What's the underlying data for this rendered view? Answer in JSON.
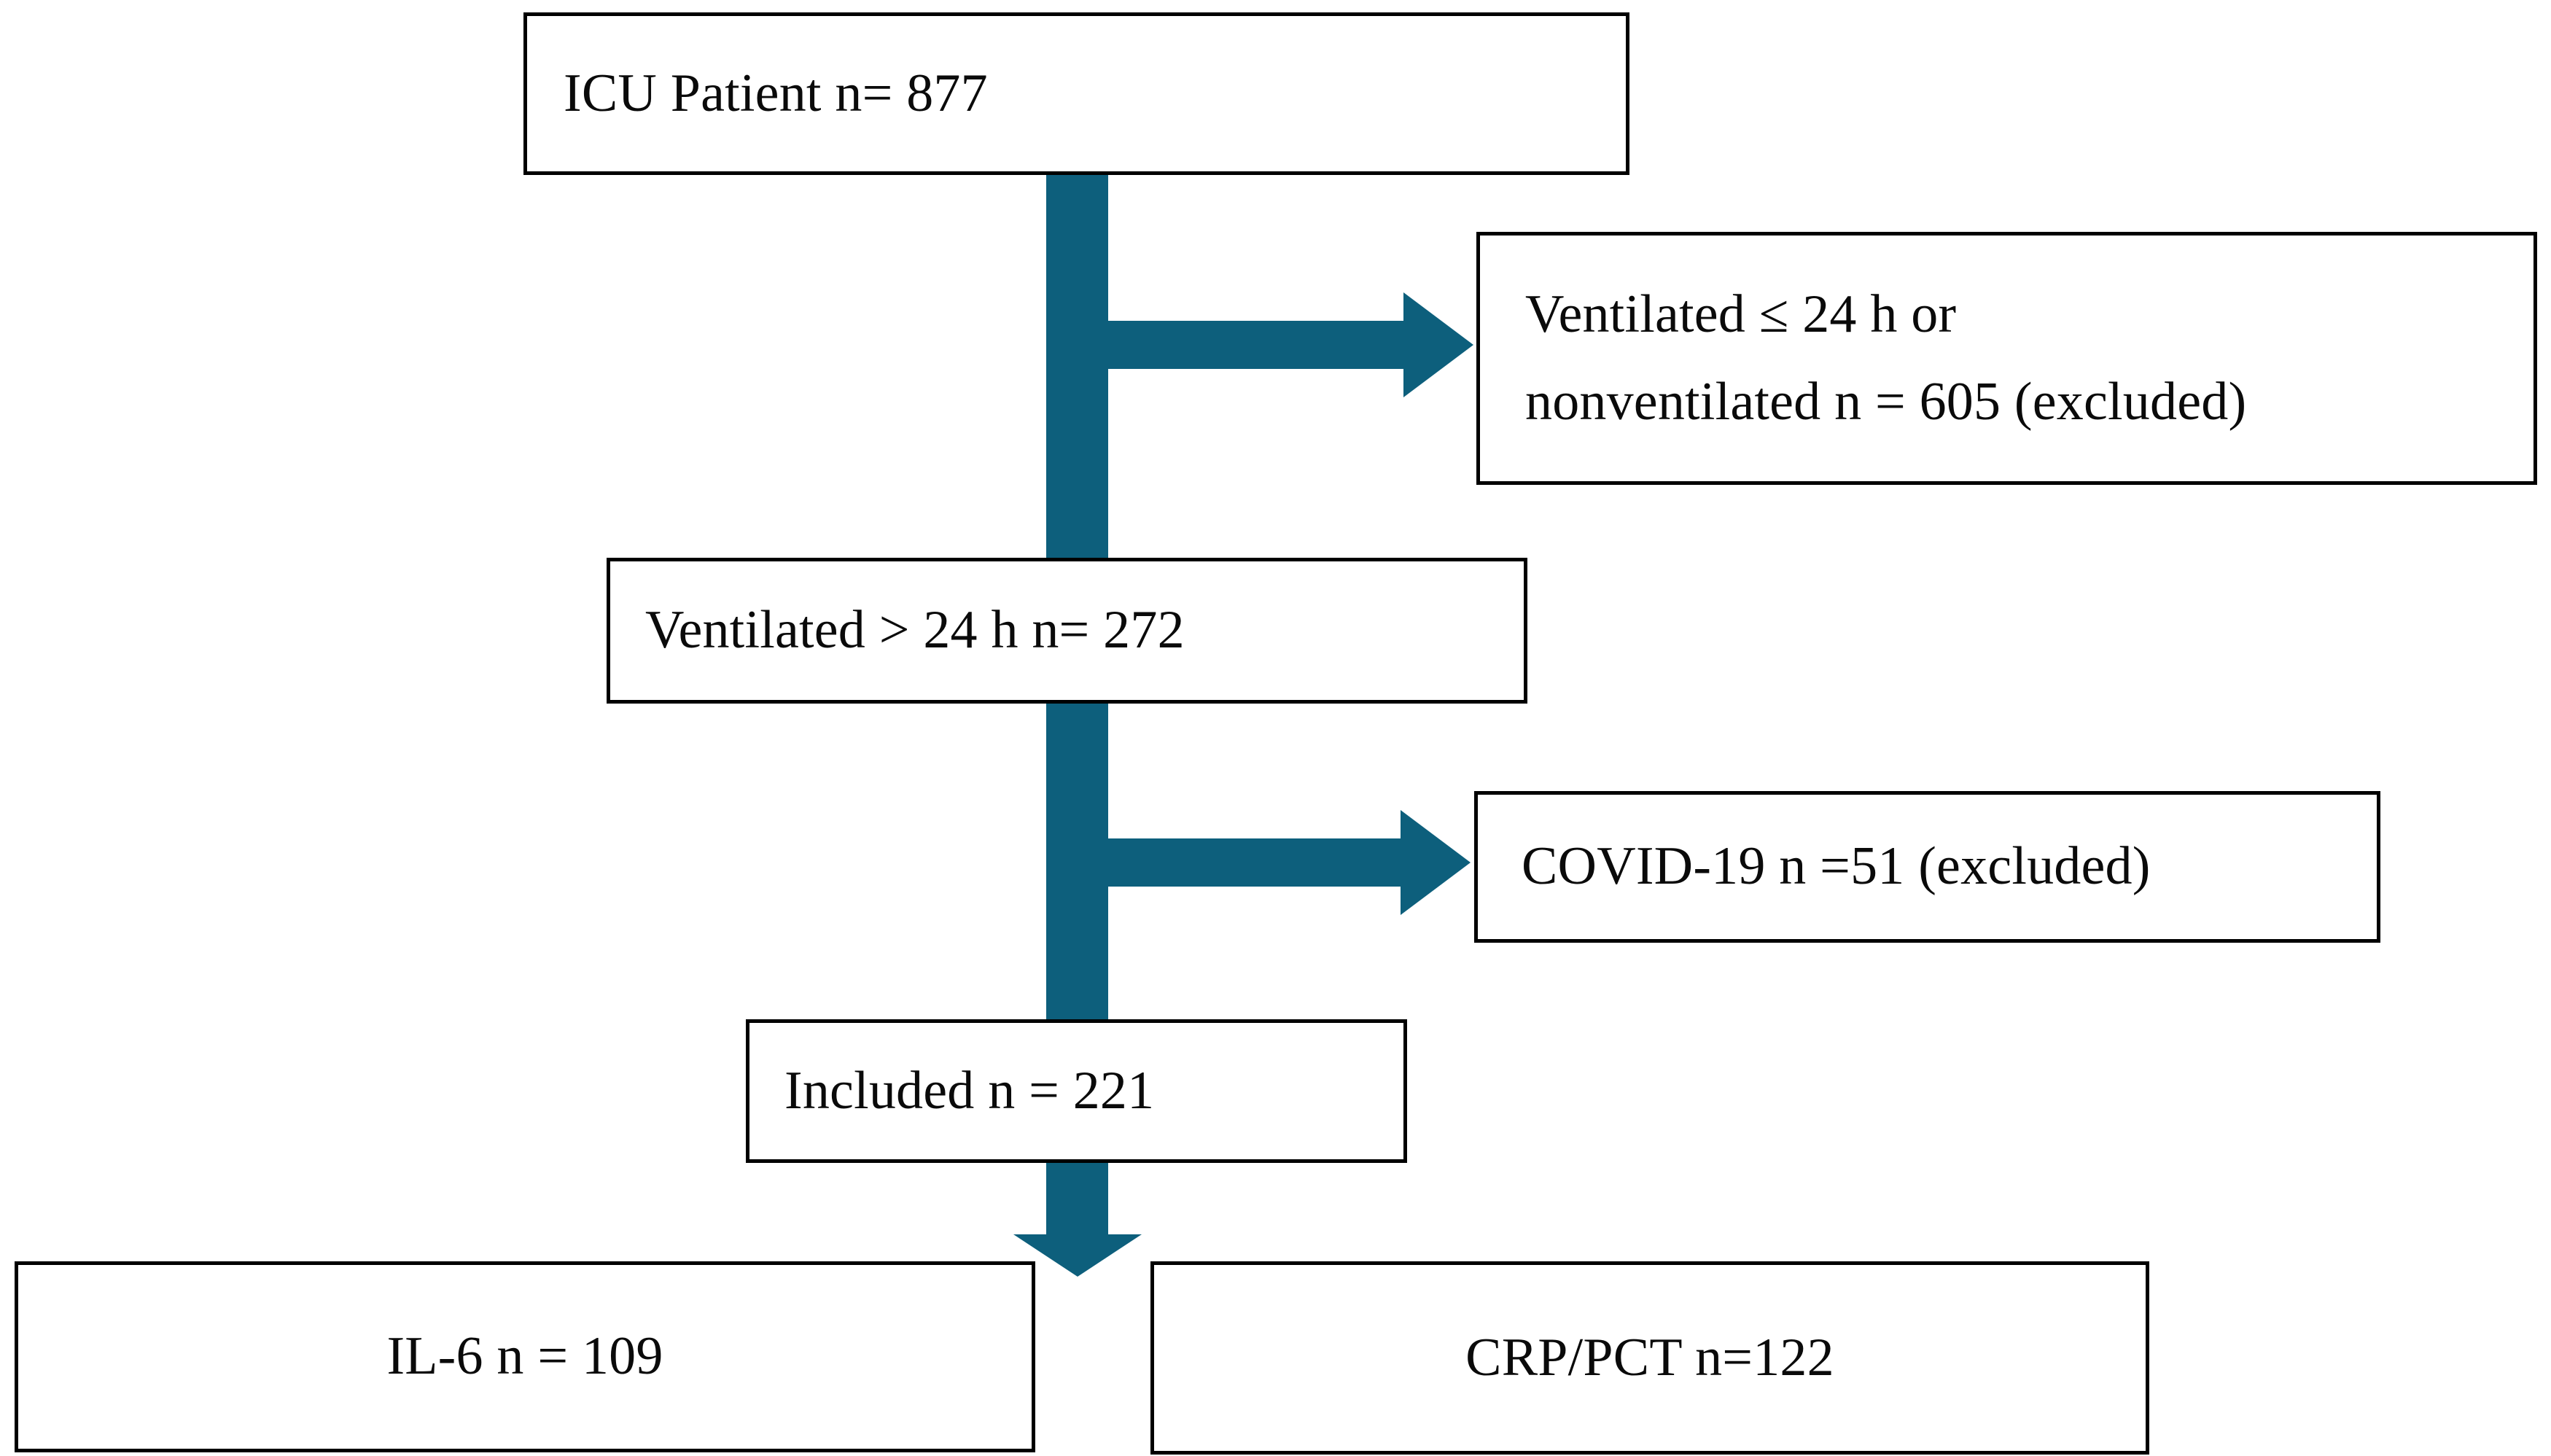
{
  "diagram": {
    "type": "study-flow-chart",
    "accent_color": "#0D5F7C",
    "box_border_color": "#000000",
    "text_color": "#0A0A0A",
    "background_color": "#FFFFFF",
    "nodes": {
      "icu": {
        "label": "ICU Patient n= 877",
        "count": 877
      },
      "excluded_1": {
        "label": "Ventilated ≤ 24 h or\nnonventilated n = 605 (excluded)",
        "count": 605
      },
      "ventilated": {
        "label": "Ventilated > 24 h n= 272",
        "count": 272
      },
      "excluded_2": {
        "label": "COVID-19 n =51 (excluded)",
        "count": 51
      },
      "included": {
        "label": "Included n = 221",
        "count": 221
      },
      "il6": {
        "label": "IL-6 n = 109",
        "count": 109
      },
      "crp_pct": {
        "label": "CRP/PCT n=122",
        "count": 122
      }
    },
    "connectors": {
      "arrow_to_excluded_1": "right-arrow-icon",
      "arrow_to_excluded_2": "right-arrow-icon",
      "arrow_to_outcomes": "down-arrow-icon"
    }
  }
}
